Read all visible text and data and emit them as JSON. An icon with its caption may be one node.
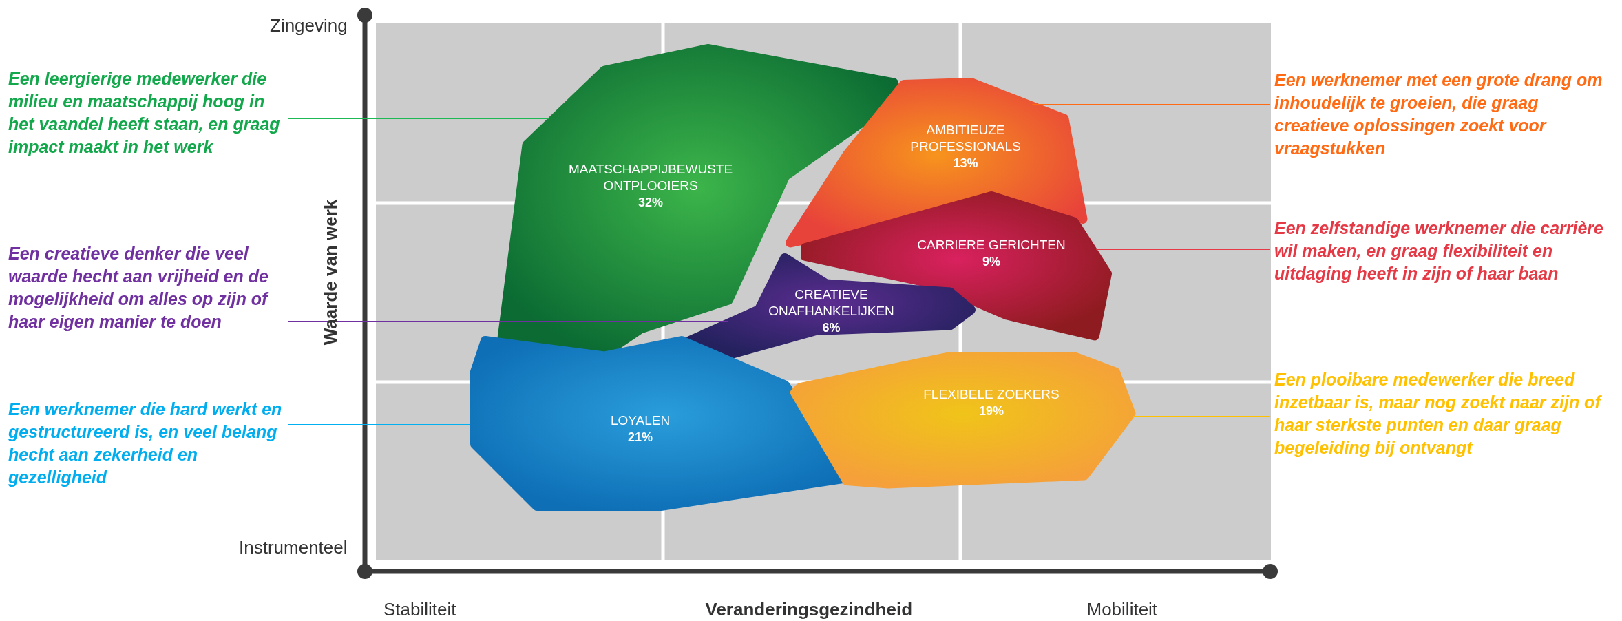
{
  "diagram": {
    "nodes": [
      {
        "text": [
          "MAATSCHAPPIJBEWUSTE ONTPLOOIERS",
          "32%"
        ]
      },
      {
        "text": [
          "AMBITIEUZE PROFESSIONALS",
          "13%"
        ]
      },
      {
        "text": [
          "CARRIERE GERICHTEN",
          "9%"
        ]
      },
      {
        "text": [
          "CREATIEVE ONAFHANKELIJKEN",
          "6%"
        ]
      },
      {
        "text": [
          "LOYALEN",
          "21%"
        ]
      },
      {
        "text": [
          "FLEXIBELE ZOEKERS",
          "19%"
        ]
      },
      {
        "text": [
          "Een leergierige medewerker die milieu en maatschappij hoog in het vaandel heeft staan, en graag impact maakt in het werk"
        ]
      },
      {
        "text": [
          "Een creatieve denker die veel waarde hecht aan vrijheid en de mogelijkheid om alles op zijn of haar eigen manier te doen"
        ]
      },
      {
        "text": [
          "Een werknemer die hard werkt en gestructureerd is, en veel belang hecht aan zekerheid en gezelligheid"
        ]
      },
      {
        "text": [
          "Een werknemer met een grote drang om inhoudelijk te groeien, die graag creatieve oplossingen zoekt voor vraagstukken"
        ]
      },
      {
        "text": [
          "Een zelfstandige werknemer die carrière wil maken, en graag flexibiliteit en uitdaging heeft in zijn of haar baan"
        ]
      },
      {
        "text": [
          "Een plooibare medewerker die breed inzetbaar is, maar nog zoekt naar zijn of haar sterkste punten en daar graag begeleiding bij ontvangt"
        ]
      }
    ],
    "edges": [
      {
        "from": 6,
        "to": 0,
        "arrow": "none",
        "color": "#1db954"
      },
      {
        "from": 7,
        "to": 3,
        "arrow": "none",
        "color": "#7030a0"
      },
      {
        "from": 8,
        "to": 4,
        "arrow": "none",
        "color": "#00b0f0"
      },
      {
        "from": 9,
        "to": 1,
        "arrow": "none",
        "color": "#ff6a13"
      },
      {
        "from": 10,
        "to": 2,
        "arrow": "none",
        "color": "#e63946"
      },
      {
        "from": 11,
        "to": 5,
        "arrow": "none",
        "color": "#ffc000"
      }
    ],
    "labels": [
      "Zingeving",
      "Waarde van werk",
      "Instrumenteel",
      "Stabiliteit",
      "Veranderingsgezindheid",
      "Mobiliteit"
    ]
  }
}
